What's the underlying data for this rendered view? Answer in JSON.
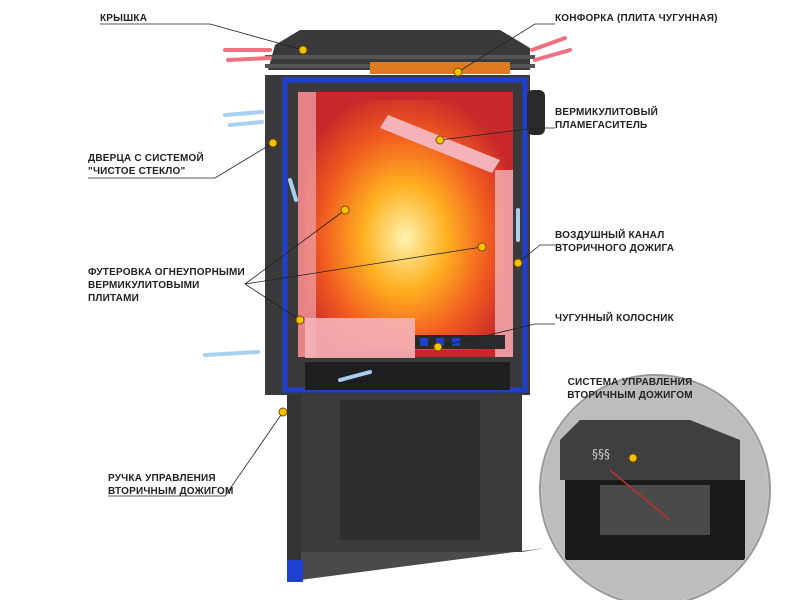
{
  "labels": {
    "lid": "КРЫШКА",
    "hotplate": "КОНФОРКА (ПЛИТА ЧУГУННАЯ)",
    "baffle": [
      "ВЕРМИКУЛИТОВЫЙ",
      "ПЛАМЕГАСИТЕЛЬ"
    ],
    "door": [
      "ДВЕРЦА С СИСТЕМОЙ",
      "\"ЧИСТОЕ СТЕКЛО\""
    ],
    "air_channel": [
      "ВОЗДУШНЫЙ КАНАЛ",
      "ВТОРИЧНОГО ДОЖИГА"
    ],
    "lining": [
      "ФУТЕРОВКА ОГНЕУПОРНЫМИ",
      "ВЕРМИКУЛИТОВЫМИ",
      "ПЛИТАМИ"
    ],
    "grate": "ЧУГУННЫЙ КОЛОСНИК",
    "control_system": [
      "СИСТЕМА УПРАВЛЕНИЯ",
      "ВТОРИЧНЫМ ДОЖИГОМ"
    ],
    "handle": [
      "РУЧКА УПРАВЛЕНИЯ",
      "ВТОРИЧНЫМ ДОЖИГОМ"
    ]
  },
  "colors": {
    "body": "#3a3a3c",
    "frame": "#1f3fd0",
    "firebox": "#d83a2a",
    "lining": "#f4b3b8",
    "marker": "#f5c400"
  }
}
